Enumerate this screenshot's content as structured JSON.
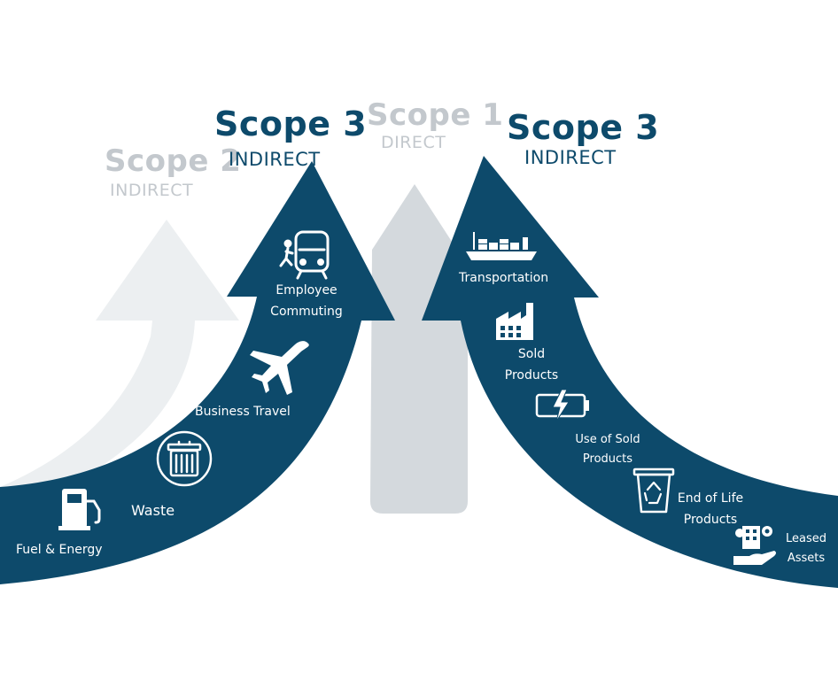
{
  "scopes": {
    "scope2": {
      "title": "Scope 2",
      "subtitle": "INDIRECT"
    },
    "scope3_left": {
      "title": "Scope 3",
      "subtitle": "INDIRECT"
    },
    "scope1": {
      "title": "Scope 1",
      "subtitle": "DIRECT"
    },
    "scope3_right": {
      "title": "Scope 3",
      "subtitle": "INDIRECT"
    }
  },
  "upstream_items": {
    "employee_commuting": {
      "line1": "Employee",
      "line2": "Commuting",
      "icon": "train-commuter-icon"
    },
    "business_travel": {
      "label": "Business Travel",
      "icon": "airplane-icon"
    },
    "waste": {
      "label": "Waste",
      "icon": "trash-bin-icon"
    },
    "fuel_energy": {
      "label": "Fuel & Energy",
      "icon": "fuel-pump-icon"
    }
  },
  "downstream_items": {
    "transportation": {
      "label": "Transportation",
      "icon": "cargo-ship-icon"
    },
    "sold_products": {
      "line1": "Sold",
      "line2": "Products",
      "icon": "factory-icon"
    },
    "use_of_sold_products": {
      "line1": "Use of Sold",
      "line2": "Products",
      "icon": "battery-icon"
    },
    "end_of_life_products": {
      "line1": "End of Life",
      "line2": "Products",
      "icon": "recycle-bin-icon"
    },
    "leased_assets": {
      "line1": "Leased",
      "line2": "Assets",
      "icon": "leased-building-icon"
    }
  },
  "colors": {
    "navy": "#0d4a6b",
    "light_grey": "#eceff1",
    "mid_grey": "#d4d9dd",
    "label_grey": "#c3c8cd"
  }
}
